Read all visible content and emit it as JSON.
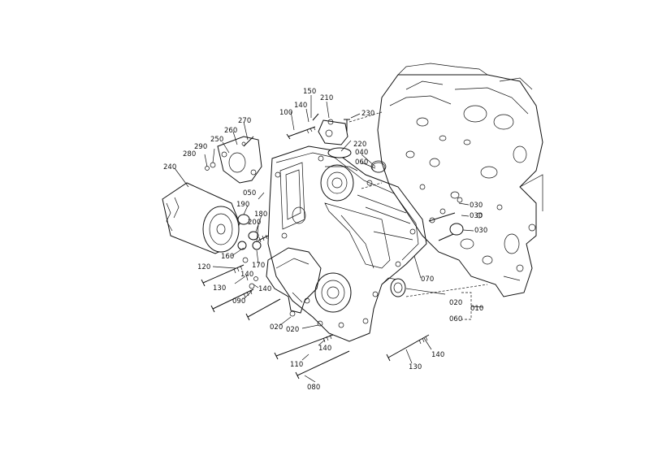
{
  "diagram": {
    "labels": [
      {
        "id": "l150",
        "text": "150"
      },
      {
        "id": "l210",
        "text": "210"
      },
      {
        "id": "l140a",
        "text": "140"
      },
      {
        "id": "l100",
        "text": "100"
      },
      {
        "id": "l230",
        "text": "230"
      },
      {
        "id": "l270",
        "text": "270"
      },
      {
        "id": "l260",
        "text": "260"
      },
      {
        "id": "l250",
        "text": "250"
      },
      {
        "id": "l290",
        "text": "290"
      },
      {
        "id": "l280",
        "text": "280"
      },
      {
        "id": "l220",
        "text": "220"
      },
      {
        "id": "l040",
        "text": "040"
      },
      {
        "id": "l060a",
        "text": "060"
      },
      {
        "id": "l240",
        "text": "240"
      },
      {
        "id": "l050",
        "text": "050"
      },
      {
        "id": "l190",
        "text": "190"
      },
      {
        "id": "l180",
        "text": "180"
      },
      {
        "id": "l200",
        "text": "200"
      },
      {
        "id": "l030a",
        "text": "030"
      },
      {
        "id": "l030b",
        "text": "030"
      },
      {
        "id": "l030c",
        "text": "030"
      },
      {
        "id": "l160",
        "text": "160"
      },
      {
        "id": "l170",
        "text": "170"
      },
      {
        "id": "l120",
        "text": "120"
      },
      {
        "id": "l140b",
        "text": "140"
      },
      {
        "id": "l130a",
        "text": "130"
      },
      {
        "id": "l140c",
        "text": "140"
      },
      {
        "id": "l090",
        "text": "090"
      },
      {
        "id": "l070",
        "text": "070"
      },
      {
        "id": "l020a",
        "text": "020"
      },
      {
        "id": "l010",
        "text": "010"
      },
      {
        "id": "l060b",
        "text": "060"
      },
      {
        "id": "l020b",
        "text": "020"
      },
      {
        "id": "l020c",
        "text": "020"
      },
      {
        "id": "l140d",
        "text": "140"
      },
      {
        "id": "l140e",
        "text": "140"
      },
      {
        "id": "l110",
        "text": "110"
      },
      {
        "id": "l130b",
        "text": "130"
      },
      {
        "id": "l080",
        "text": "080"
      }
    ]
  }
}
